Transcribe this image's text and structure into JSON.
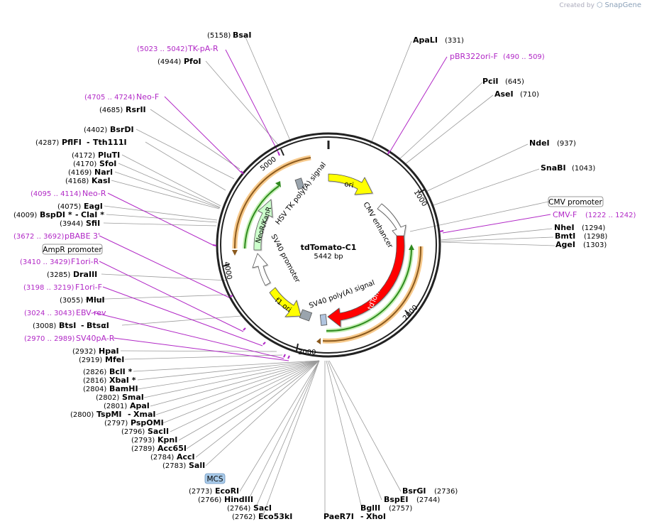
{
  "credit": {
    "prefix": "Created by",
    "brand": "SnapGene"
  },
  "plasmid": {
    "name": "tdTomato-C1",
    "length": "5442 bp"
  },
  "ticks": [
    "1000",
    "2000",
    "3000",
    "4000",
    "5000"
  ],
  "features": [
    {
      "id": "ori",
      "label": "ori",
      "color": "#ffff00"
    },
    {
      "id": "cmv-enh",
      "label": "CMV enhancer",
      "color": "#ffffff"
    },
    {
      "id": "tdtomato",
      "label": "tdTomato",
      "color": "#ff0000"
    },
    {
      "id": "sv40pa",
      "label": "SV40 poly(A) signal",
      "color": "#b0c4de"
    },
    {
      "id": "f1ori",
      "label": "f1 ori",
      "color": "#ffff00"
    },
    {
      "id": "sv40prom",
      "label": "SV40 promoter",
      "color": "#ffffff"
    },
    {
      "id": "neokan",
      "label": "NeoR/KanR",
      "color": "#ccffcc"
    },
    {
      "id": "hsvtk",
      "label": "HSV TK poly(A) signal",
      "color": "#9aa4ad"
    }
  ],
  "labels": [
    {
      "id": "bsai",
      "pos": "(5158)",
      "name": "BsaI"
    },
    {
      "id": "tkpa-r",
      "pos": "(5023 .. 5042)",
      "name": "TK-pA-R",
      "primer": true
    },
    {
      "id": "pfoi",
      "pos": "(4944)",
      "name": "PfoI"
    },
    {
      "id": "neo-f",
      "pos": "(4705 .. 4724)",
      "name": "Neo-F",
      "primer": true
    },
    {
      "id": "rsrii",
      "pos": "(4685)",
      "name": "RsrII"
    },
    {
      "id": "bsrdi",
      "pos": "(4402)",
      "name": "BsrDI"
    },
    {
      "id": "pflfi",
      "pos": "(4287)",
      "name": "PflFI",
      "extra": "Tth111I"
    },
    {
      "id": "pluti",
      "pos": "(4172)",
      "name": "PluTI"
    },
    {
      "id": "sfoi",
      "pos": "(4170)",
      "name": "SfoI"
    },
    {
      "id": "nari",
      "pos": "(4169)",
      "name": "NarI"
    },
    {
      "id": "kasi",
      "pos": "(4168)",
      "name": "KasI"
    },
    {
      "id": "neo-r",
      "pos": "(4095 .. 4114)",
      "name": "Neo-R",
      "primer": true
    },
    {
      "id": "eagi",
      "pos": "(4075)",
      "name": "EagI"
    },
    {
      "id": "bspdi",
      "pos": "(4009)",
      "name": "BspDI *",
      "extra": "ClaI *"
    },
    {
      "id": "sfii",
      "pos": "(3944)",
      "name": "SfiI"
    },
    {
      "id": "pbabe",
      "pos": "(3672 .. 3692)",
      "name": "pBABE 3'",
      "primer": true
    },
    {
      "id": "f1ori-r",
      "pos": "(3410 .. 3429)",
      "name": "F1ori-R",
      "primer": true
    },
    {
      "id": "draiii",
      "pos": "(3285)",
      "name": "DraIII"
    },
    {
      "id": "f1ori-f",
      "pos": "(3198 .. 3219)",
      "name": "F1ori-F",
      "primer": true
    },
    {
      "id": "mlui",
      "pos": "(3055)",
      "name": "MluI"
    },
    {
      "id": "ebv-rev",
      "pos": "(3024 .. 3043)",
      "name": "EBV-rev",
      "primer": true
    },
    {
      "id": "btsi",
      "pos": "(3008)",
      "name": "BtsI",
      "extra": "BtsαI"
    },
    {
      "id": "sv40pa-r",
      "pos": "(2970 .. 2989)",
      "name": "SV40pA-R",
      "primer": true
    },
    {
      "id": "hpai",
      "pos": "(2932)",
      "name": "HpaI"
    },
    {
      "id": "mfei",
      "pos": "(2919)",
      "name": "MfeI"
    },
    {
      "id": "bcli",
      "pos": "(2826)",
      "name": "BclI *"
    },
    {
      "id": "xbai",
      "pos": "(2816)",
      "name": "XbaI *"
    },
    {
      "id": "bamhi",
      "pos": "(2804)",
      "name": "BamHI"
    },
    {
      "id": "smai",
      "pos": "(2802)",
      "name": "SmaI"
    },
    {
      "id": "apai",
      "pos": "(2801)",
      "name": "ApaI"
    },
    {
      "id": "tspmi",
      "pos": "(2800)",
      "name": "TspMI",
      "extra": "XmaI"
    },
    {
      "id": "pspomi",
      "pos": "(2797)",
      "name": "PspOMI"
    },
    {
      "id": "sacii",
      "pos": "(2796)",
      "name": "SacII"
    },
    {
      "id": "kpni",
      "pos": "(2793)",
      "name": "KpnI"
    },
    {
      "id": "acc65i",
      "pos": "(2789)",
      "name": "Acc65I"
    },
    {
      "id": "acci",
      "pos": "(2784)",
      "name": "AccI"
    },
    {
      "id": "sali",
      "pos": "(2783)",
      "name": "SalI"
    },
    {
      "id": "ecori",
      "pos": "(2773)",
      "name": "EcoRI"
    },
    {
      "id": "hindiii",
      "pos": "(2766)",
      "name": "HindIII"
    },
    {
      "id": "saci",
      "pos": "(2764)",
      "name": "SacI"
    },
    {
      "id": "eco53ki",
      "pos": "(2762)",
      "name": "Eco53kI"
    },
    {
      "id": "paer7i",
      "name": "PaeR7I",
      "extra": "XhoI"
    },
    {
      "id": "bglii",
      "name": "BglII",
      "pos": "(2757)"
    },
    {
      "id": "bspei",
      "name": "BspEI",
      "pos": "(2744)"
    },
    {
      "id": "bsrgi",
      "name": "BsrGI",
      "pos": "(2736)"
    },
    {
      "id": "apali",
      "name": "ApaLI",
      "pos": "(331)"
    },
    {
      "id": "pbr322",
      "name": "pBR322ori-F",
      "pos": "(490 .. 509)",
      "primer": true
    },
    {
      "id": "pcii",
      "name": "PciI",
      "pos": "(645)"
    },
    {
      "id": "asei",
      "name": "AseI",
      "pos": "(710)"
    },
    {
      "id": "ndei",
      "name": "NdeI",
      "pos": "(937)"
    },
    {
      "id": "snabi",
      "name": "SnaBI",
      "pos": "(1043)"
    },
    {
      "id": "cmv-f",
      "name": "CMV-F",
      "pos": "(1222 .. 1242)",
      "primer": true
    },
    {
      "id": "nhei",
      "name": "NheI",
      "pos": "(1294)"
    },
    {
      "id": "bmti",
      "name": "BmtI",
      "pos": "(1298)"
    },
    {
      "id": "agei",
      "name": "AgeI",
      "pos": "(1303)"
    }
  ],
  "boxes": {
    "cmv_promoter": "CMV promoter",
    "ampr_promoter": "AmpR promoter",
    "mcs": "MCS"
  }
}
